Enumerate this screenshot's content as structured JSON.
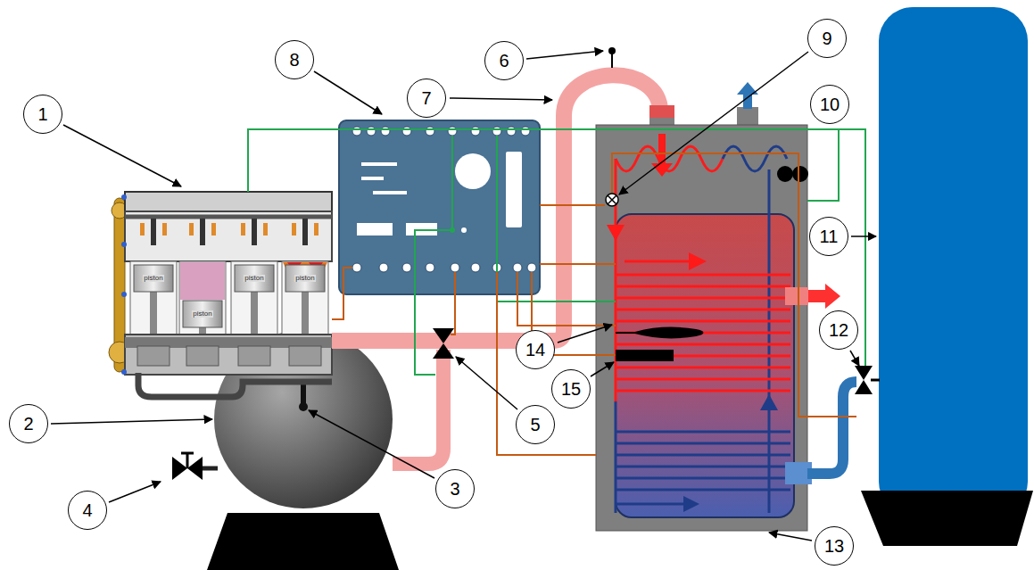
{
  "diagram": {
    "nodes": [
      {
        "text": [
          "9"
        ]
      },
      {
        "text": [
          "8"
        ]
      },
      {
        "text": [
          "6"
        ]
      },
      {
        "text": [
          "7"
        ]
      },
      {
        "text": [
          "10"
        ]
      },
      {
        "text": [
          "1"
        ]
      },
      {
        "text": [
          "11"
        ]
      },
      {
        "text": [
          "12"
        ]
      },
      {
        "text": [
          "14"
        ]
      },
      {
        "text": [
          "15"
        ]
      },
      {
        "text": [
          "2"
        ]
      },
      {
        "text": [
          "5"
        ]
      },
      {
        "text": [
          "3"
        ]
      },
      {
        "text": [
          "4"
        ]
      },
      {
        "text": [
          "13"
        ]
      }
    ],
    "labels": [
      "piston",
      "piston",
      "piston",
      "piston"
    ]
  }
}
